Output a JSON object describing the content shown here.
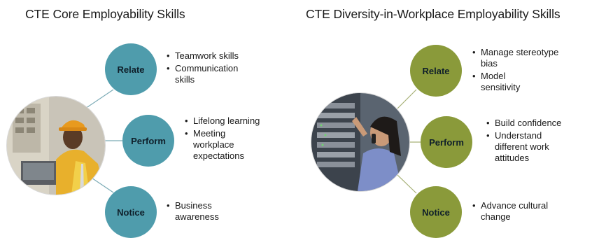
{
  "left": {
    "title": "CTE Core Employability Skills",
    "nodes": [
      {
        "label": "Relate",
        "bullets": [
          "Teamwork skills",
          "Communication skills"
        ]
      },
      {
        "label": "Perform",
        "bullets": [
          "Lifelong learning",
          "Meeting workplace expectations"
        ]
      },
      {
        "label": "Notice",
        "bullets": [
          "Business awareness"
        ]
      }
    ],
    "circle_color": "#4f9cac"
  },
  "right": {
    "title": "CTE Diversity-in-Workplace Employability Skills",
    "nodes": [
      {
        "label": "Relate",
        "bullets": [
          "Manage stereotype bias",
          "Model sensitivity"
        ]
      },
      {
        "label": "Perform",
        "bullets": [
          "Build confidence",
          "Understand different work attitudes"
        ]
      },
      {
        "label": "Notice",
        "bullets": [
          "Advance cultural change"
        ]
      }
    ],
    "circle_color": "#8a9a3a"
  }
}
